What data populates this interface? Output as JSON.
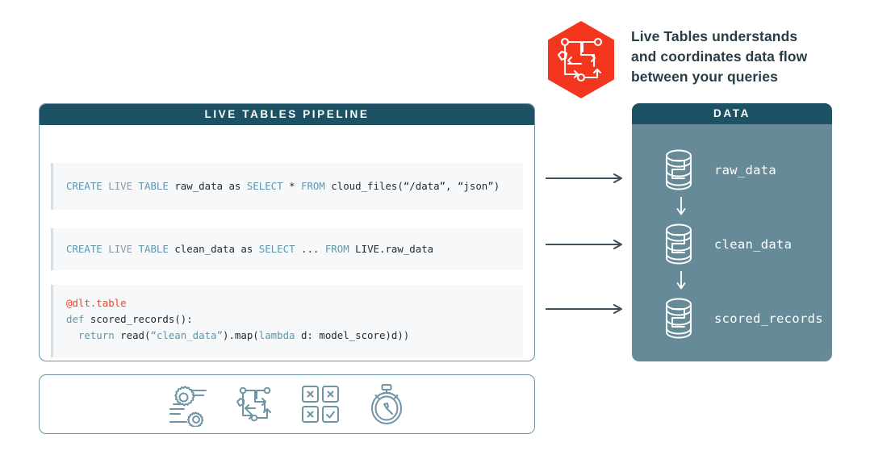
{
  "callout": {
    "icon": "pipeline-flow-hexagon-icon",
    "hex_color": "#f4361f",
    "text": "Live Tables understands\nand coordinates data flow\nbetween your queries"
  },
  "pipeline_panel": {
    "title": "LIVE TABLES PIPELINE",
    "header_color": "#1d5265",
    "border_color": "#6f94a4",
    "code_blocks": [
      {
        "id": "create-raw-data",
        "lines": [
          [
            {
              "t": "CREATE",
              "c": "kw"
            },
            {
              "t": " ",
              "c": ""
            },
            {
              "t": "LIVE",
              "c": "dim"
            },
            {
              "t": " ",
              "c": ""
            },
            {
              "t": "TABLE",
              "c": "kw"
            },
            {
              "t": " raw_data as ",
              "c": ""
            },
            {
              "t": "SELECT",
              "c": "kw"
            },
            {
              "t": " * ",
              "c": ""
            },
            {
              "t": "FROM",
              "c": "kw"
            },
            {
              "t": " cloud_files(“/data”, “json”)",
              "c": ""
            }
          ]
        ]
      },
      {
        "id": "create-clean-data",
        "lines": [
          [
            {
              "t": "CREATE",
              "c": "kw"
            },
            {
              "t": " ",
              "c": ""
            },
            {
              "t": "LIVE",
              "c": "dim"
            },
            {
              "t": " ",
              "c": ""
            },
            {
              "t": "TABLE",
              "c": "kw"
            },
            {
              "t": " clean_data as ",
              "c": ""
            },
            {
              "t": "SELECT",
              "c": "kw"
            },
            {
              "t": " ... ",
              "c": ""
            },
            {
              "t": "FROM",
              "c": "kw"
            },
            {
              "t": " LIVE.raw_data",
              "c": ""
            }
          ]
        ]
      },
      {
        "id": "dlt-scored-records",
        "lines": [
          [
            {
              "t": "@dlt.table",
              "c": "dec"
            }
          ],
          [
            {
              "t": "def",
              "c": "kw"
            },
            {
              "t": " scored_records():",
              "c": ""
            }
          ],
          [
            {
              "t": "  ",
              "c": ""
            },
            {
              "t": "return",
              "c": "kw"
            },
            {
              "t": " read(",
              "c": ""
            },
            {
              "t": "“clean_data”",
              "c": "kw"
            },
            {
              "t": ").map(",
              "c": ""
            },
            {
              "t": "lambda",
              "c": "kw"
            },
            {
              "t": " d: model_score)d))",
              "c": ""
            }
          ]
        ]
      }
    ]
  },
  "icon_strip": {
    "icons": [
      {
        "name": "gears-settings-icon"
      },
      {
        "name": "pipeline-flow-icon"
      },
      {
        "name": "quality-checks-grid-icon"
      },
      {
        "name": "stopwatch-icon"
      }
    ],
    "color": "#6f94a4"
  },
  "arrows": [
    {
      "name": "arrow-to-raw-data"
    },
    {
      "name": "arrow-to-clean-data"
    },
    {
      "name": "arrow-to-scored-records"
    }
  ],
  "data_panel": {
    "title": "DATA",
    "header_color": "#1d5265",
    "body_color": "#678a98",
    "items": [
      {
        "label": "raw_data",
        "icon": "database-cylinder-icon"
      },
      {
        "label": "clean_data",
        "icon": "database-cylinder-icon"
      },
      {
        "label": "scored_records",
        "icon": "database-cylinder-icon"
      }
    ]
  }
}
